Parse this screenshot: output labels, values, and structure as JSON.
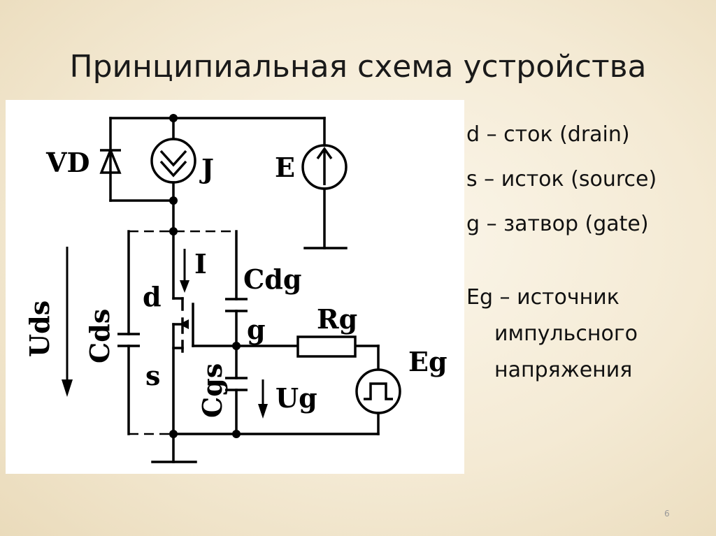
{
  "slide": {
    "title": "Принципиальная схема устройства",
    "page_number": "6"
  },
  "diagram": {
    "labels": {
      "vd": "VD",
      "j": "J",
      "e": "E",
      "i": "I",
      "cdg": "Cdg",
      "d": "d",
      "g": "g",
      "rg": "Rg",
      "uds": "Uds",
      "cds": "Cds",
      "s": "s",
      "cgs": "Cgs",
      "ug": "Ug",
      "eg": "Eg"
    }
  },
  "legend": {
    "d": "d – сток (drain)",
    "s": "s – исток (source)",
    "g": "g – затвор (gate)",
    "eg_line1": "Eg – источник",
    "eg_line2": "импульсного",
    "eg_line3": "напряжения"
  }
}
